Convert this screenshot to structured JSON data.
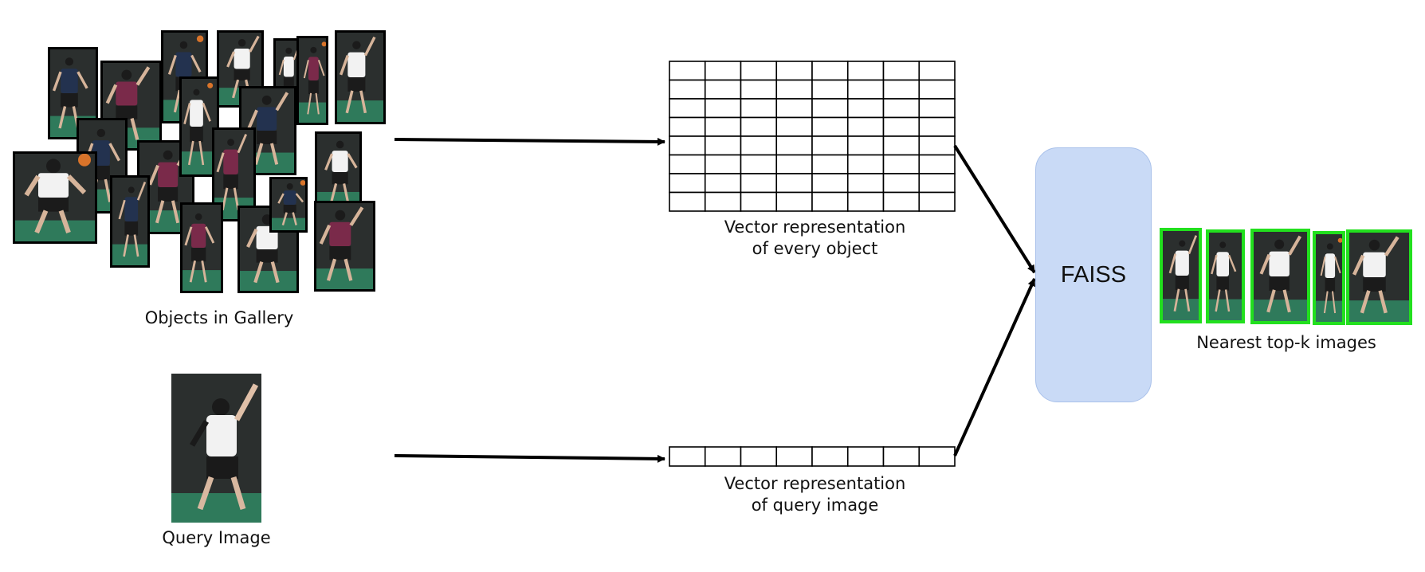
{
  "captions": {
    "gallery": "Objects in Gallery",
    "query": "Query Image",
    "matrix_line1": "Vector representation",
    "matrix_line2": "of every object",
    "query_vector_line1": "Vector representation",
    "query_vector_line2": "of query image",
    "results": "Nearest top-k images"
  },
  "faiss": {
    "label": "FAISS"
  },
  "vector_store": {
    "rows": 8,
    "cols": 8
  },
  "query_vector": {
    "cells": 8
  },
  "colors": {
    "result_border": "#22e01e",
    "faiss_fill": "#c9daf6",
    "court_green": "#2f7a5b",
    "fence_dark": "#2b2f2e",
    "jersey_maroon": "#7a2a4a",
    "shirt_white": "#f2f2f2",
    "shirt_navy": "#23324f",
    "ball_orange": "#d9742a"
  }
}
